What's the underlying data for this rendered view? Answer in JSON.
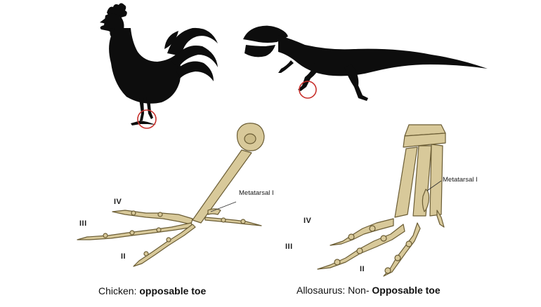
{
  "chicken": {
    "toe_iv": "IV",
    "toe_iii": "III",
    "toe_ii": "II",
    "metatarsal_label": "Metatarsal I",
    "caption_prefix": "Chicken: ",
    "caption_bold": "opposable toe"
  },
  "allosaurus": {
    "toe_iv": "IV",
    "toe_iii": "III",
    "toe_ii": "II",
    "metatarsal_label": "Metatarsal I",
    "caption_prefix": "Allosaurus: Non- ",
    "caption_bold": "Opposable toe"
  },
  "colors": {
    "bone": "#d8c99a",
    "bone_stroke": "#6b5d35",
    "silhouette": "#0d0d0d",
    "highlight_circle": "#c8302c"
  }
}
